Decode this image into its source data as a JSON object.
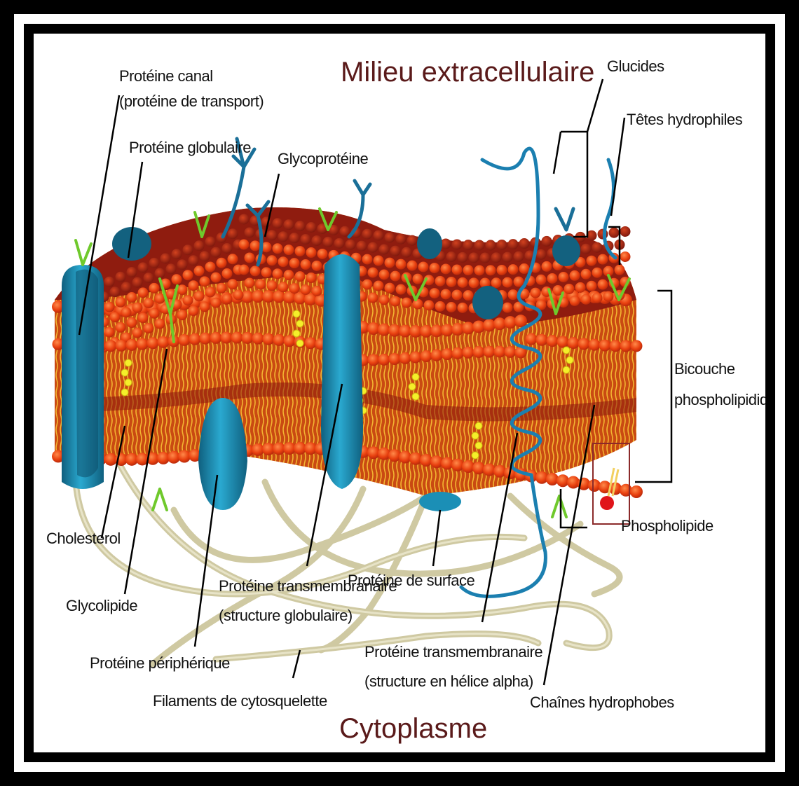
{
  "title_top": "Milieu extracellulaire",
  "title_bottom": "Cytoplasme",
  "labels": {
    "proteine_canal_1": "Protéine canal",
    "proteine_canal_2": "(protéine de transport)",
    "proteine_globulaire": "Protéine globulaire",
    "glycoproteine": "Glycoprotéine",
    "glucides": "Glucides",
    "tetes_hydrophiles": "Têtes hydrophiles",
    "bicouche_1": "Bicouche",
    "bicouche_2": "phospholipidique",
    "phospholipide": "Phospholipide",
    "cholesterol": "Cholesterol",
    "glycolipide": "Glycolipide",
    "proteine_peripherique": "Protéine périphérique",
    "filaments": "Filaments de cytosquelette",
    "transmembranaire_glob_1": "Protéine transmembranaire",
    "transmembranaire_glob_2": "(structure globulaire)",
    "proteine_surface": "Protéine de surface",
    "transmembranaire_helice_1": "Protéine transmembranaire",
    "transmembranaire_helice_2": "(structure en hélice alpha)",
    "chaines_hydrophobes": "Chaînes hydrophobes"
  },
  "colors": {
    "frame": "#000000",
    "head_outer": "#e83a14",
    "head_top": "#a31d10",
    "tail": "#f2b531",
    "protein": "#1b8fb6",
    "protein_dark": "#13617f",
    "cholesterol": "#f5ef2a",
    "glycolipid": "#7fd431",
    "cytoskeleton": "#d8d3b0",
    "title": "#5a1a1a"
  }
}
